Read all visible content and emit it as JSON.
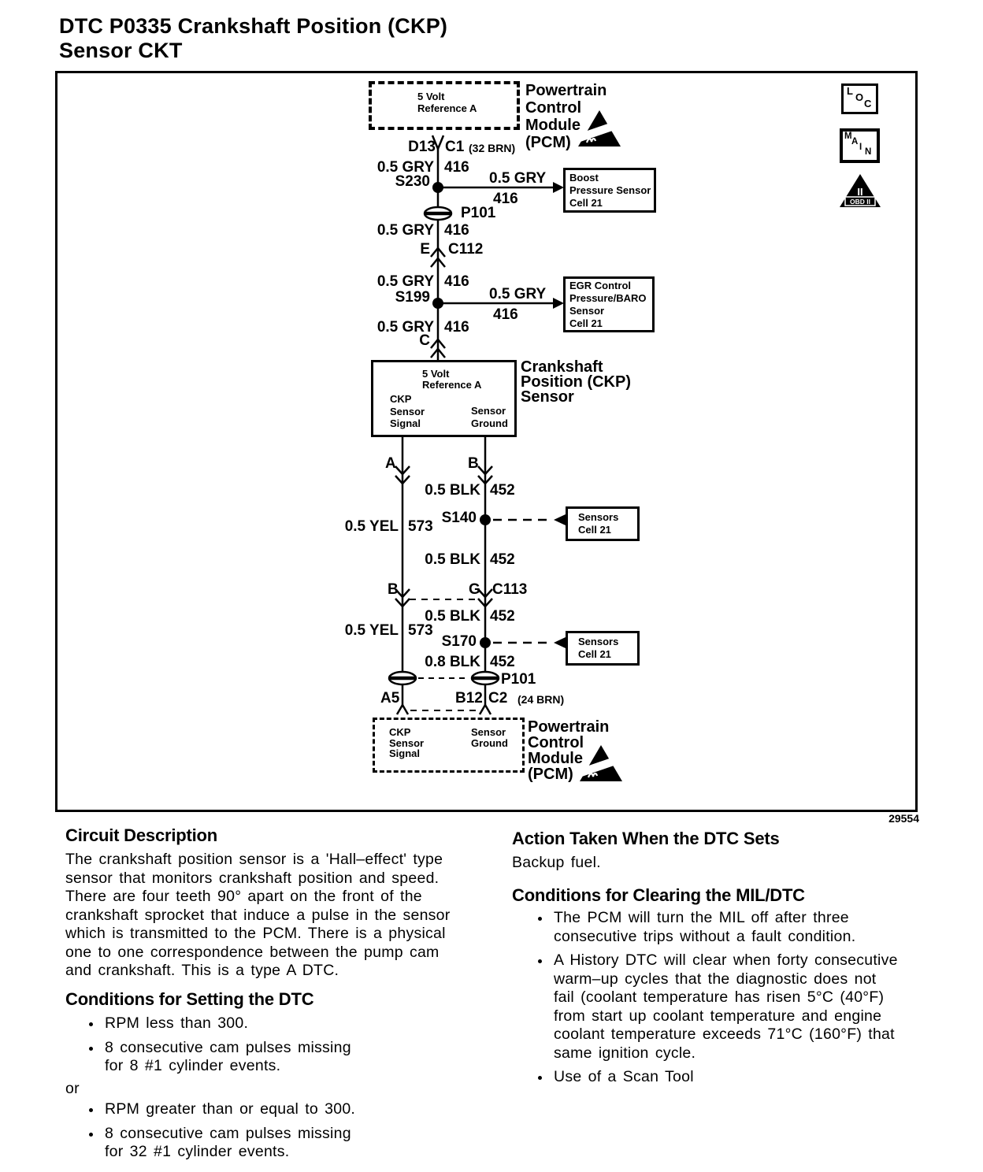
{
  "title": {
    "lines": [
      "DTC P0335 Crankshaft Position (CKP)",
      "Sensor CKT"
    ]
  },
  "figure_number": "29554",
  "icons": {
    "loc": {
      "letters": [
        "L",
        "O",
        "C"
      ]
    },
    "main": {
      "letters": [
        "M",
        "A",
        "I",
        "N"
      ]
    },
    "obd": {
      "symbol": "II",
      "label": "OBD II"
    }
  },
  "diagram": {
    "pcm_top": {
      "ref_box": [
        "5 Volt",
        "Reference A"
      ],
      "name": [
        "Powertrain",
        "Control",
        "Module",
        "(PCM)"
      ]
    },
    "conn_top": {
      "pin": "D13",
      "cavity": "C1",
      "note": "(32 BRN)"
    },
    "wires": {
      "gry": {
        "label": "0.5 GRY",
        "circuit": "416"
      },
      "blk": {
        "label": "0.5 BLK",
        "circuit": "452"
      },
      "blk8": {
        "label": "0.8 BLK",
        "circuit": "452"
      },
      "yel": {
        "label": "0.5 YEL",
        "circuit": "573"
      }
    },
    "splices": {
      "s230": "S230",
      "s199": "S199",
      "s140": "S140",
      "s170": "S170"
    },
    "p101_top": "P101",
    "p101_bottom": "P101",
    "boost_box": [
      "Boost",
      "Pressure Sensor",
      "Cell 21"
    ],
    "egr_box": [
      "EGR Control",
      "Pressure/BARO",
      "Sensor",
      "Cell 21"
    ],
    "sensors_box_1": [
      "Sensors",
      "Cell 21"
    ],
    "sensors_box_2": [
      "Sensors",
      "Cell 21"
    ],
    "c112": {
      "pin": "E",
      "id": "C112"
    },
    "pin_c": "C",
    "ckp": {
      "ref": [
        "5 Volt",
        "Reference A"
      ],
      "signal": [
        "CKP",
        "Sensor",
        "Signal"
      ],
      "ground": [
        "Sensor",
        "Ground"
      ],
      "name": [
        "Crankshaft",
        "Position (CKP)",
        "Sensor"
      ],
      "pin_a": "A",
      "pin_b": "B"
    },
    "c113": {
      "pin_left": "B",
      "pin_right": "G",
      "id": "C113"
    },
    "conn_bottom": {
      "pin_left": "A5",
      "pin_right": "B12",
      "cavity": "C2",
      "note": "(24 BRN)"
    },
    "pcm_bottom": {
      "signal": [
        "CKP",
        "Sensor",
        "Signal"
      ],
      "ground": [
        "Sensor",
        "Ground"
      ],
      "name": [
        "Powertrain",
        "Control",
        "Module",
        "(PCM)"
      ]
    }
  },
  "sections": {
    "circuit_description": {
      "heading": "Circuit Description",
      "lines": [
        "The crankshaft position sensor is a 'Hall–effect' type",
        "sensor that monitors crankshaft position and speed.",
        "There are four teeth 90° apart on the front of the",
        "crankshaft sprocket that induce a pulse in the sensor",
        "which is transmitted to the PCM. There is a physical",
        "one to one correspondence between the pump cam",
        "and crankshaft. This is a type A DTC."
      ]
    },
    "setting": {
      "heading": "Conditions for Setting the DTC",
      "bullets_a": [
        {
          "lines": [
            "RPM less than 300."
          ]
        },
        {
          "lines": [
            "8 consecutive cam pulses missing",
            "for 8 #1 cylinder events."
          ]
        }
      ],
      "or_label": "or",
      "bullets_b": [
        {
          "lines": [
            "RPM greater than or equal to 300."
          ]
        },
        {
          "lines": [
            "8 consecutive cam pulses missing",
            "for 32 #1 cylinder events."
          ]
        }
      ]
    },
    "action": {
      "heading": "Action Taken When the DTC Sets",
      "body": "Backup fuel."
    },
    "clearing": {
      "heading": "Conditions for Clearing the MIL/DTC",
      "bullets": [
        {
          "lines": [
            "The PCM will turn the MIL off after three",
            "consecutive trips without a fault condition."
          ]
        },
        {
          "lines": [
            "A History DTC will clear when forty consecutive",
            "warm–up cycles that the diagnostic does not",
            "fail (coolant temperature has risen 5°C (40°F)",
            "from start up coolant temperature and engine",
            "coolant temperature exceeds 71°C (160°F) that",
            "same ignition cycle."
          ]
        },
        {
          "lines": [
            "Use of a Scan Tool"
          ]
        }
      ]
    }
  }
}
